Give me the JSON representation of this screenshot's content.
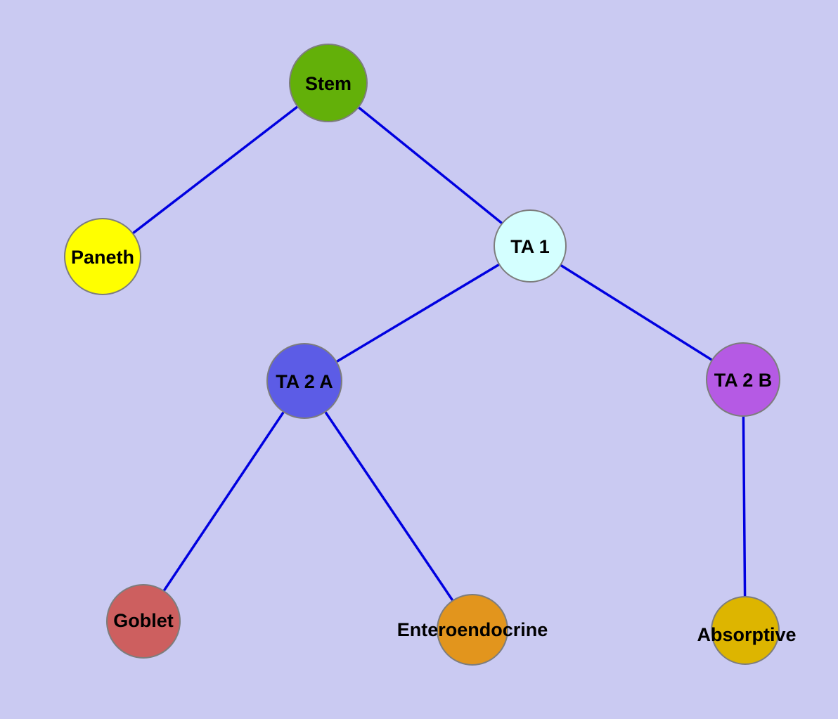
{
  "canvas": {
    "background_color": "#cacaf2",
    "edge_color": "#0000e0",
    "node_border_color": "#7d7d7d",
    "label_color": "#000000"
  },
  "nodes": [
    {
      "id": "stem",
      "label": "Stem",
      "color": "#63b009"
    },
    {
      "id": "paneth",
      "label": "Paneth",
      "color": "#ffff00"
    },
    {
      "id": "ta1",
      "label": "TA 1",
      "color": "#d4ffff"
    },
    {
      "id": "ta2a",
      "label": "TA 2 A",
      "color": "#5c5ce6"
    },
    {
      "id": "ta2b",
      "label": "TA 2 B",
      "color": "#b55ae4"
    },
    {
      "id": "goblet",
      "label": "Goblet",
      "color": "#cd5f5f"
    },
    {
      "id": "enteroendocrine",
      "label": "Enteroendocrine",
      "color": "#e2951d"
    },
    {
      "id": "absorptive",
      "label": "Absorptive",
      "color": "#ddb500"
    }
  ],
  "edges": [
    {
      "from": "Stem",
      "to": "Paneth"
    },
    {
      "from": "Stem",
      "to": "TA 1"
    },
    {
      "from": "TA 1",
      "to": "TA 2 A"
    },
    {
      "from": "TA 1",
      "to": "TA 2 B"
    },
    {
      "from": "TA 2 A",
      "to": "Goblet"
    },
    {
      "from": "TA 2 A",
      "to": "Enteroendocrine"
    },
    {
      "from": "TA 2 B",
      "to": "Absorptive"
    }
  ]
}
